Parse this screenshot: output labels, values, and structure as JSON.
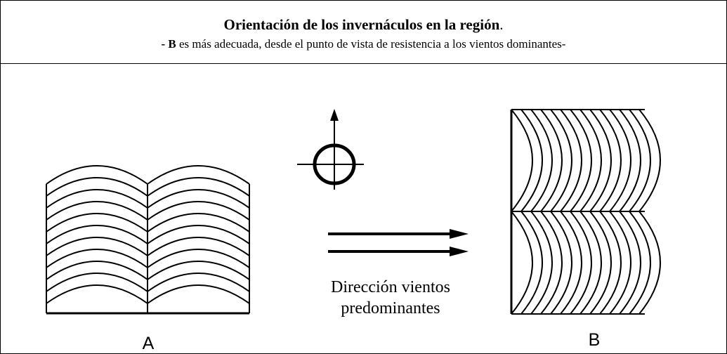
{
  "header": {
    "title_bold": "Orientación de los invernáculos en la región",
    "title_tail": ".",
    "subtitle_bold": "- B",
    "subtitle_rest": " es más adecuada, desde el punto de vista de resistencia a los vientos dominantes-"
  },
  "wind": {
    "caption_line1": "Dirección vientos",
    "caption_line2": "predominantes"
  },
  "layouts": {
    "a_label": "A",
    "b_label": "B"
  },
  "icons": {
    "compass": "compass-north-icon",
    "wind_arrows": "double-arrow-right-icon"
  },
  "colors": {
    "line": "#000000",
    "background": "#ffffff"
  }
}
